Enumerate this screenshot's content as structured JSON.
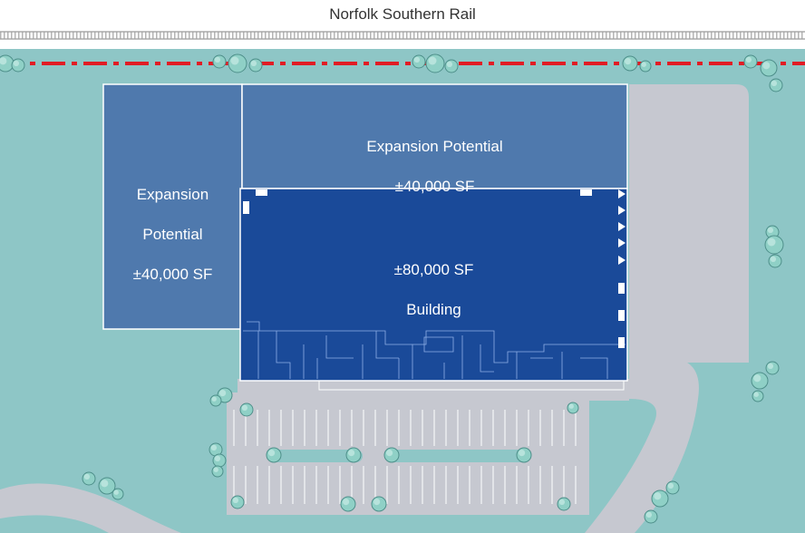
{
  "rail": {
    "label": "Norfolk Southern Rail"
  },
  "areas": {
    "expansion_west": {
      "line1": "Expansion",
      "line2": "Potential",
      "line3": "±40,000 SF"
    },
    "expansion_north": {
      "line1": "Expansion Potential",
      "line2": "±40,000 SF"
    },
    "building": {
      "line1": "±80,000 SF",
      "line2": "Building"
    }
  },
  "colors": {
    "ground": "#8ec6c6",
    "pavement": "#c6c8d0",
    "building": "#1a4a99",
    "expansion": "#4f79ad",
    "rail_boundary": "#e11c24",
    "tree": "#8fd0c6"
  }
}
